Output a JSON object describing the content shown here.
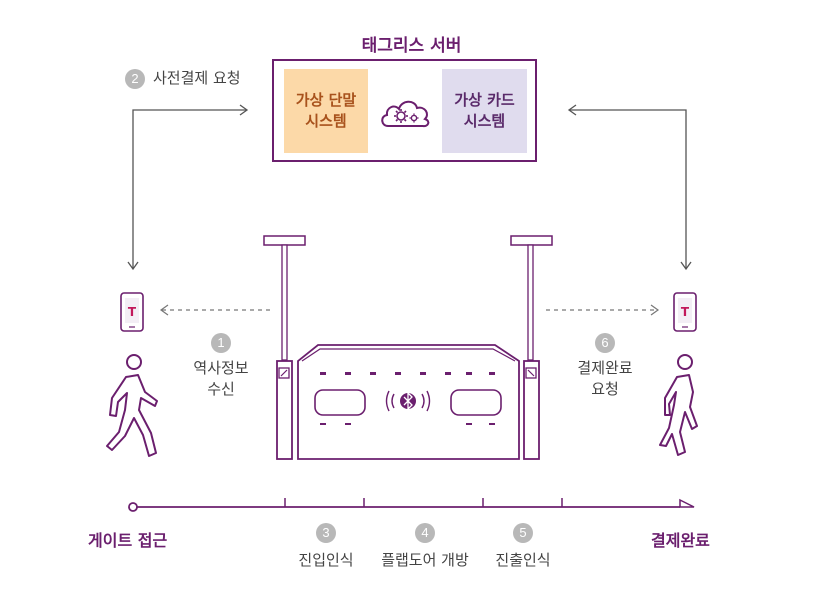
{
  "server": {
    "title": "태그리스 서버",
    "virtual_terminal": [
      "가상 단말",
      "시스템"
    ],
    "virtual_card": [
      "가상 카드",
      "시스템"
    ]
  },
  "steps": [
    {
      "num": "1",
      "label": [
        "역사정보",
        "수신"
      ]
    },
    {
      "num": "2",
      "label": [
        "사전결제 요청"
      ]
    },
    {
      "num": "3",
      "label": [
        "진입인식"
      ]
    },
    {
      "num": "4",
      "label": [
        "플랩도어 개방"
      ]
    },
    {
      "num": "5",
      "label": [
        "진출인식"
      ]
    },
    {
      "num": "6",
      "label": [
        "결제완료",
        "요청"
      ]
    }
  ],
  "timeline": {
    "start": "게이트 접근",
    "end": "결제완료"
  },
  "phone_logo": "T",
  "colors": {
    "accent": "#6b1f6e",
    "terminal_box": "#fcd9a8",
    "terminal_text": "#a8521c",
    "card_box": "#e0dcee",
    "card_text": "#5a2a6a",
    "badge": "#b8b8b8",
    "line": "#555555"
  }
}
